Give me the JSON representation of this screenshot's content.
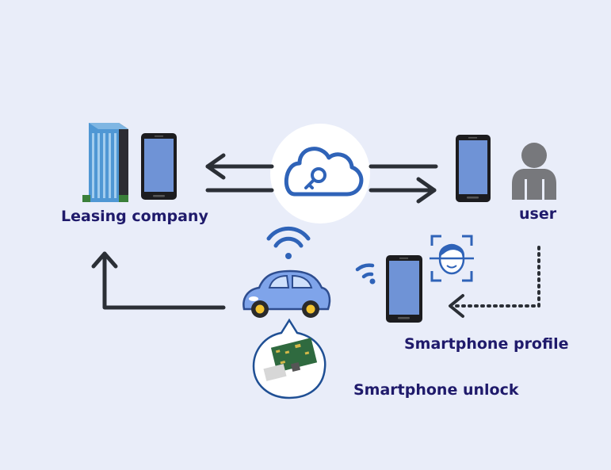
{
  "labels": {
    "leasing_company": "Leasing company",
    "user": "user",
    "smartphone_profile": "Smartphone profile",
    "smartphone_unlock": "Smartphone unlock"
  },
  "colors": {
    "background": "#e9edf9",
    "label_text": "#1f1a6b",
    "arrow": "#2b2f36",
    "icon_blue": "#2f63b8",
    "phone_body": "#1c1c1f",
    "phone_screen": "#6f93d6",
    "car_body": "#7fa4ea",
    "wheel_rim": "#f2c230",
    "user_gray": "#77787c"
  },
  "icons": {
    "building": "office-building-icon",
    "cloud_key": "cloud-key-icon",
    "wifi": "wifi-icon",
    "car": "car-icon",
    "face_scan": "face-scan-icon",
    "user": "user-icon",
    "circuit_board": "circuit-board-icon"
  }
}
